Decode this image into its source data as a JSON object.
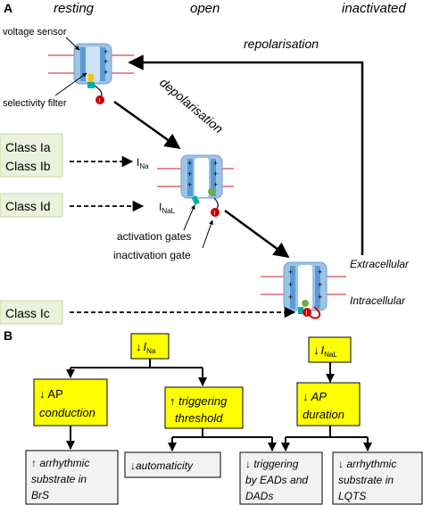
{
  "panel_a": {
    "label": "A",
    "states": [
      "resting",
      "open",
      "inactivated"
    ],
    "arrows": {
      "repolarisation": "repolarisation",
      "depolarisation": "depolarisation"
    },
    "annotations": {
      "voltage_sensor": "voltage sensor",
      "selectivity_filter": "selectivity filter",
      "activation_gates": "activation gates",
      "inactivation_gate": "inactivation gate",
      "extracellular": "Extracellular",
      "intracellular": "Intracellular"
    },
    "currents": {
      "ina_main": "I",
      "ina_sub": "Na",
      "inal_main": "I",
      "inal_sub": "NaL"
    },
    "drug_classes": [
      "Class Ia",
      "Class Ib",
      "Class Id",
      "Class Ic"
    ]
  },
  "panel_b": {
    "label": "B",
    "top_left": {
      "arrow": "↓",
      "main": "I",
      "sub": "Na"
    },
    "top_right": {
      "arrow": "↓",
      "main": "I",
      "sub": "NaL"
    },
    "ap_conduction": {
      "line1": "↓ AP",
      "line2": "conduction"
    },
    "triggering_threshold": {
      "line1": "↑ triggering",
      "line2": "threshold"
    },
    "ap_duration": {
      "line1": "↓ AP",
      "line2": "duration"
    },
    "outcome_brs": {
      "line1": "↑ arrhythmic",
      "line2": "substrate in",
      "line3": "BrS"
    },
    "outcome_auto": {
      "line1": "↓automaticity"
    },
    "outcome_ead": {
      "line1": "↓ triggering",
      "line2": "by EADs and",
      "line3": "DADs"
    },
    "outcome_lqts": {
      "line1": "↓ arrhythmic",
      "line2": "substrate in",
      "line3": "LQTS"
    }
  },
  "colors": {
    "yellow_box": "#ffff00",
    "green_box": "#ebf1de",
    "grey_box": "#f2f2f2",
    "channel_blue": "#9dc3e6",
    "membrane": "#e06666",
    "gate_red": "#cc0000"
  }
}
